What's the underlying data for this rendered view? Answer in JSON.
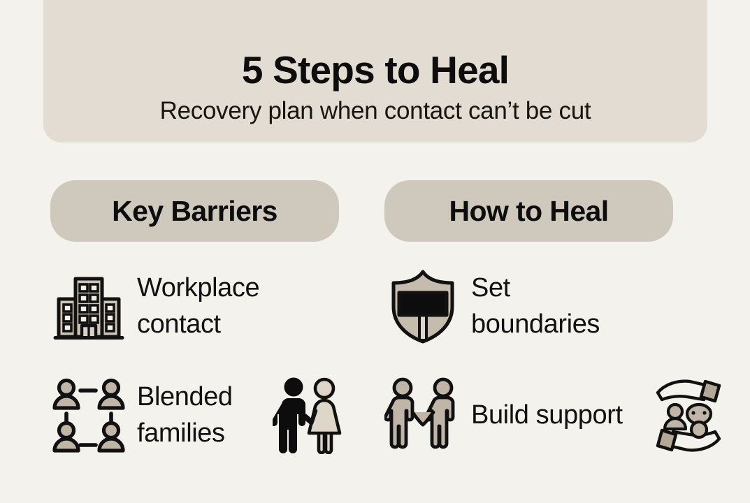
{
  "header": {
    "title": "5 Steps to Heal",
    "subtitle": "Recovery plan when contact can’t be cut"
  },
  "colors": {
    "page_background": "#f4f2ec",
    "header_card": "#e2dcd2",
    "pill": "#cfc8bd",
    "icon_fill": "#bfb6a8",
    "icon_fill_light": "#d6cec2",
    "icon_stroke": "#111111",
    "text": "#111111"
  },
  "columns": [
    {
      "id": "key-barriers",
      "heading": "Key Barriers",
      "rows": [
        {
          "id": "workplace-contact",
          "label": "Workplace contact",
          "icon": "office-building-icon",
          "extra_icon": null
        },
        {
          "id": "blended-families",
          "label": "Blended families",
          "icon": "people-network-icon",
          "extra_icon": "couple-icon"
        }
      ]
    },
    {
      "id": "how-to-heal",
      "heading": "How to Heal",
      "rows": [
        {
          "id": "set-boundaries",
          "label": "Set boundaries",
          "icon": "shield-sign-icon",
          "extra_icon": null
        },
        {
          "id": "build-support",
          "label": "Build support",
          "icon": "two-people-holding-hands-icon",
          "extra_icon": "caring-hands-icon"
        }
      ]
    }
  ]
}
